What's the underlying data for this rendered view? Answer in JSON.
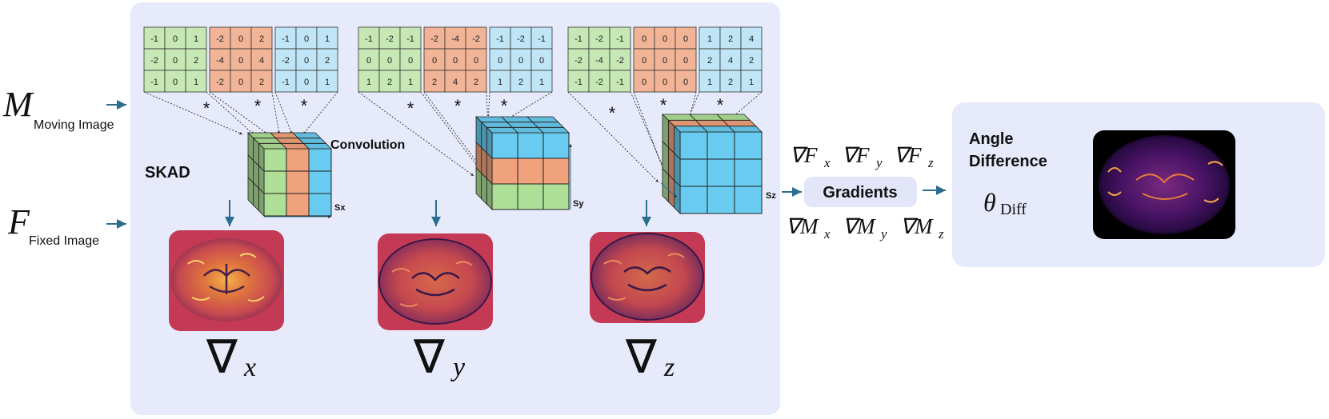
{
  "inputs": {
    "moving": {
      "symbol": "M",
      "label": "Moving Image"
    },
    "fixed": {
      "symbol": "F",
      "label": "Fixed Image"
    }
  },
  "skad": {
    "title": "SKAD",
    "convolution_label": "Convolution",
    "conv_symbol": "*",
    "axes": [
      {
        "id": "x",
        "size_label": "Sx",
        "gradient_label": "∇",
        "gradient_sub": "x",
        "kernels": [
          [
            [
              "-1",
              "0",
              "1"
            ],
            [
              "-2",
              "0",
              "2"
            ],
            [
              "-1",
              "0",
              "1"
            ]
          ],
          [
            [
              "-2",
              "0",
              "2"
            ],
            [
              "-4",
              "0",
              "4"
            ],
            [
              "-2",
              "0",
              "2"
            ]
          ],
          [
            [
              "-1",
              "0",
              "1"
            ],
            [
              "-2",
              "0",
              "2"
            ],
            [
              "-1",
              "0",
              "1"
            ]
          ]
        ]
      },
      {
        "id": "y",
        "size_label": "Sy",
        "gradient_label": "∇",
        "gradient_sub": "y",
        "kernels": [
          [
            [
              "-1",
              "-2",
              "-1"
            ],
            [
              "0",
              "0",
              "0"
            ],
            [
              "1",
              "2",
              "1"
            ]
          ],
          [
            [
              "-2",
              "-4",
              "-2"
            ],
            [
              "0",
              "0",
              "0"
            ],
            [
              "2",
              "4",
              "2"
            ]
          ],
          [
            [
              "-1",
              "-2",
              "-1"
            ],
            [
              "0",
              "0",
              "0"
            ],
            [
              "1",
              "2",
              "1"
            ]
          ]
        ]
      },
      {
        "id": "z",
        "size_label": "Sz",
        "gradient_label": "∇",
        "gradient_sub": "z",
        "kernels": [
          [
            [
              "-1",
              "-2",
              "-1"
            ],
            [
              "-2",
              "-4",
              "-2"
            ],
            [
              "-1",
              "-2",
              "-1"
            ]
          ],
          [
            [
              "0",
              "0",
              "0"
            ],
            [
              "0",
              "0",
              "0"
            ],
            [
              "0",
              "0",
              "0"
            ]
          ],
          [
            [
              "1",
              "2",
              "4"
            ],
            [
              "2",
              "4",
              "2"
            ],
            [
              "1",
              "2",
              "1"
            ]
          ]
        ]
      }
    ]
  },
  "gradients": {
    "label": "Gradients",
    "fixed_terms": [
      {
        "sym": "∇F",
        "sub": "x"
      },
      {
        "sym": "∇F",
        "sub": "y"
      },
      {
        "sym": "∇F",
        "sub": "z"
      }
    ],
    "moving_terms": [
      {
        "sym": "∇M",
        "sub": "x"
      },
      {
        "sym": "∇M",
        "sub": "y"
      },
      {
        "sym": "∇M",
        "sub": "z"
      }
    ]
  },
  "angle_difference": {
    "title_line1": "Angle",
    "title_line2": "Difference",
    "symbol": "θ",
    "symbol_sub": "Diff"
  },
  "colors": {
    "panel_bg": "#e7eafa",
    "kernel_green": "#c6e8b5",
    "kernel_orange": "#f2b497",
    "kernel_blue": "#bfe5f6",
    "cube_green": "#aedf96",
    "cube_orange": "#f0a27c",
    "cube_blue": "#68cbef",
    "arrow": "#2a6d8f",
    "image_bg": "#c43a55",
    "angle_bg": "#000000"
  }
}
